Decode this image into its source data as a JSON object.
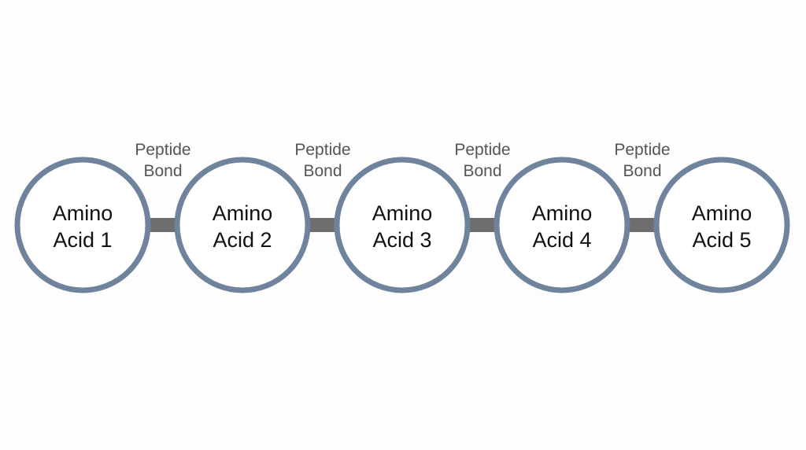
{
  "nodes": [
    {
      "line1": "Amino",
      "line2": "Acid 1"
    },
    {
      "line1": "Amino",
      "line2": "Acid 2"
    },
    {
      "line1": "Amino",
      "line2": "Acid 3"
    },
    {
      "line1": "Amino",
      "line2": "Acid 4"
    },
    {
      "line1": "Amino",
      "line2": "Acid 5"
    }
  ],
  "bonds": [
    {
      "line1": "Peptide",
      "line2": "Bond"
    },
    {
      "line1": "Peptide",
      "line2": "Bond"
    },
    {
      "line1": "Peptide",
      "line2": "Bond"
    },
    {
      "line1": "Peptide",
      "line2": "Bond"
    }
  ],
  "colors": {
    "node_ring": "#6f849c",
    "arrow": "#6e6e6e",
    "node_text": "#111111",
    "bond_text": "#555555"
  }
}
